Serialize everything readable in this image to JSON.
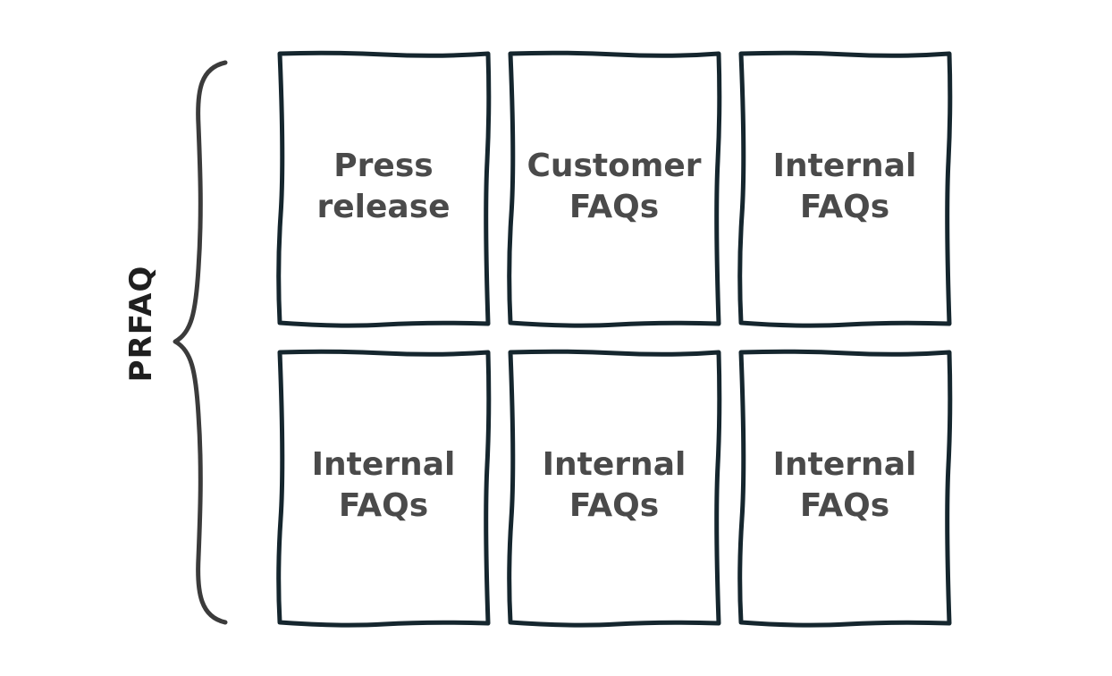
{
  "group": {
    "label": "PRFAQ"
  },
  "cards": [
    {
      "label": "Press\nrelease"
    },
    {
      "label": "Customer\nFAQs"
    },
    {
      "label": "Internal\nFAQs"
    },
    {
      "label": "Internal\nFAQs"
    },
    {
      "label": "Internal\nFAQs"
    },
    {
      "label": "Internal\nFAQs"
    }
  ],
  "colors": {
    "card_border": "#15262e",
    "label_text": "#4a4a4a",
    "brace": "#3b3b3b",
    "group_label": "#1f1f1f"
  }
}
